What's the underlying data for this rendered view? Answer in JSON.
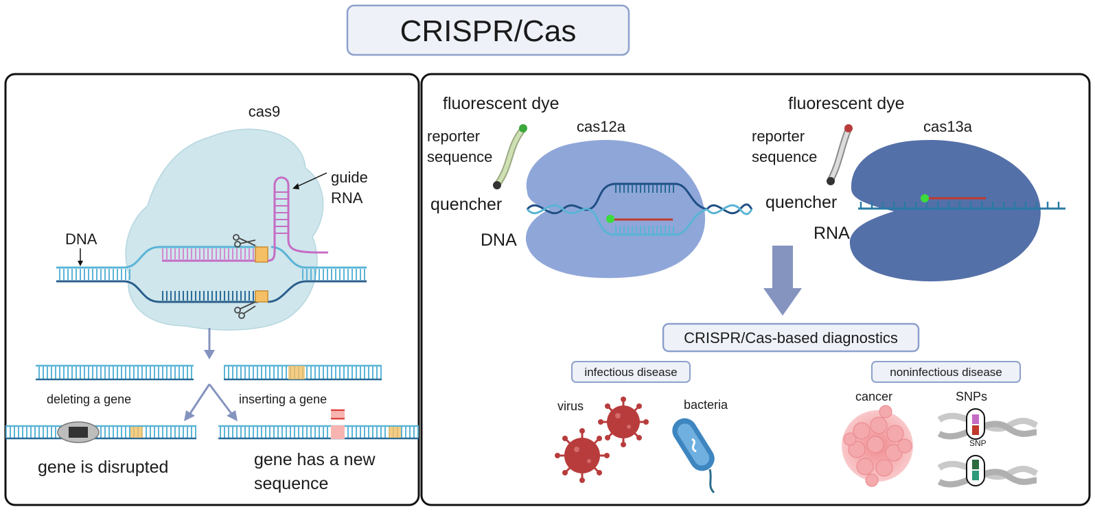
{
  "title": "CRISPR/Cas",
  "left_panel": {
    "protein_label": "cas9",
    "guide_label_line1": "guide",
    "guide_label_line2": "RNA",
    "dna_label": "DNA",
    "deleting_label": "deleting a gene",
    "inserting_label": "inserting a gene",
    "disrupted_label": "gene is disrupted",
    "new_seq_line1": "gene has a new",
    "new_seq_line2": "sequence"
  },
  "right_panel": {
    "cas12": {
      "dye_label": "fluorescent dye",
      "reporter_line1": "reporter",
      "reporter_line2": "sequence",
      "quencher_label": "quencher",
      "protein_label": "cas12a",
      "target_label": "DNA"
    },
    "cas13": {
      "dye_label": "fluorescent dye",
      "reporter_line1": "reporter",
      "reporter_line2": "sequence",
      "quencher_label": "quencher",
      "protein_label": "cas13a",
      "target_label": "RNA"
    },
    "diagnostics_label": "CRISPR/Cas-based diagnostics",
    "infectious_label": "infectious disease",
    "noninfectious_label": "noninfectious disease",
    "virus_label": "virus",
    "bacteria_label": "bacteria",
    "cancer_label": "cancer",
    "snps_label": "SNPs",
    "snp_label": "SNP"
  },
  "colors": {
    "dna_light": "#5ab4d6",
    "dna_dark": "#2a5e8c",
    "guide_rna": "#c56cc4",
    "cas9_body": "#cfe6ec",
    "cas12_body": "#8fa6d8",
    "cas13_body": "#5470a8",
    "virus": "#b83c3c",
    "bacteria": "#3e86c0",
    "cancer": "#f4a9ac",
    "pill_fill": "#eef1f8",
    "pill_stroke": "#8da0cc",
    "arrow": "#8593bf"
  }
}
